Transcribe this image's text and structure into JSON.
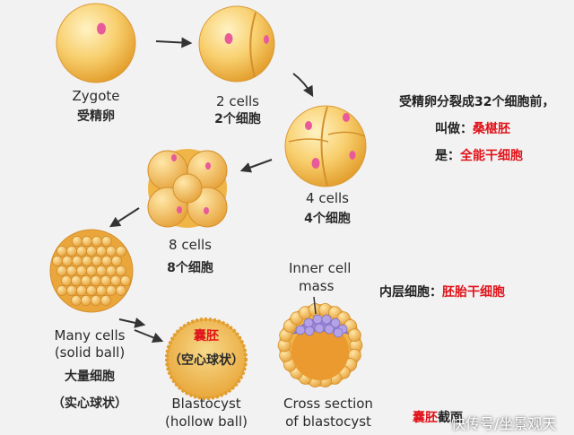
{
  "stages": {
    "zygote": {
      "en": "Zygote",
      "zh": "受精卵"
    },
    "two_cells": {
      "en": "2 cells",
      "zh": "2个细胞"
    },
    "four_cells": {
      "en": "4 cells",
      "zh": "4个细胞"
    },
    "eight_cells": {
      "en": "8 cells",
      "zh": "8个细胞"
    },
    "many_cells": {
      "en1": "Many cells",
      "en2": "(solid ball)",
      "zh1": "大量细胞",
      "zh2": "（实心球状）"
    },
    "blastocyst": {
      "zh1": "囊胚",
      "zh2": "（空心球状）",
      "en1": "Blastocyst",
      "en2": "(hollow ball)"
    },
    "cross_section": {
      "label1": "Inner cell",
      "label2": "mass",
      "en1": "Cross section",
      "en2": "of blastocyst",
      "caption_red": "囊胚",
      "caption_dark": "截面"
    }
  },
  "notes": {
    "line1": "受精卵分裂成32个细胞前，",
    "line2_prefix": "叫做：",
    "line2_highlight": "桑椹胚",
    "line3_prefix": "是：",
    "line3_highlight": "全能干细胞",
    "line4_prefix": "内层细胞：",
    "line4_highlight": "胚胎干细胞"
  },
  "watermark": "快传号/坐景观天",
  "colors": {
    "accent_red": "#e0141b",
    "cell": "#f3b84a",
    "nucleus": "#e85a9a",
    "inner_mass": "#9a86d6"
  }
}
